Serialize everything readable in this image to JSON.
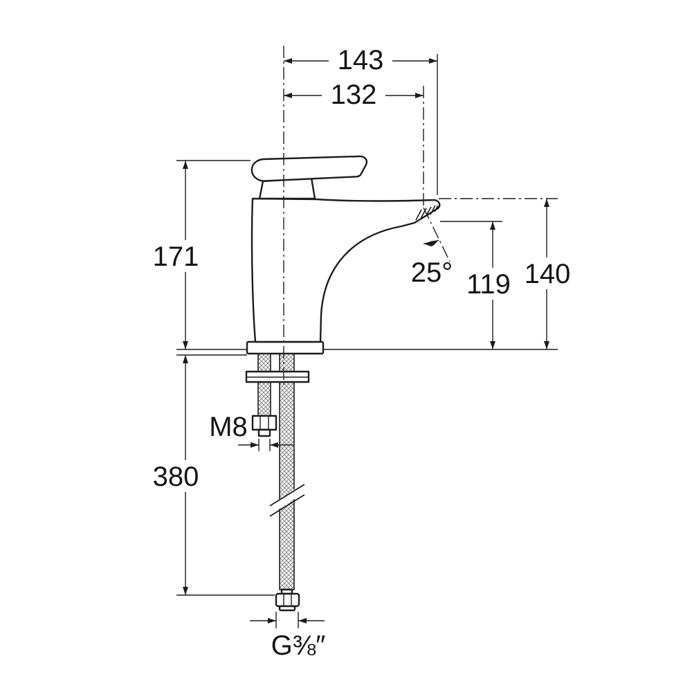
{
  "drawing": {
    "background": "#ffffff",
    "line_color": "#1c1c1c",
    "labels": {
      "total_projection": "143",
      "spout_projection": "132",
      "body_height": "171",
      "spout_angle": "25°",
      "outlet_height": "119",
      "spout_tip_height": "140",
      "fixing_stud_thread": "M8",
      "hose_length": "380",
      "inlet_thread": "G⅜″"
    }
  }
}
